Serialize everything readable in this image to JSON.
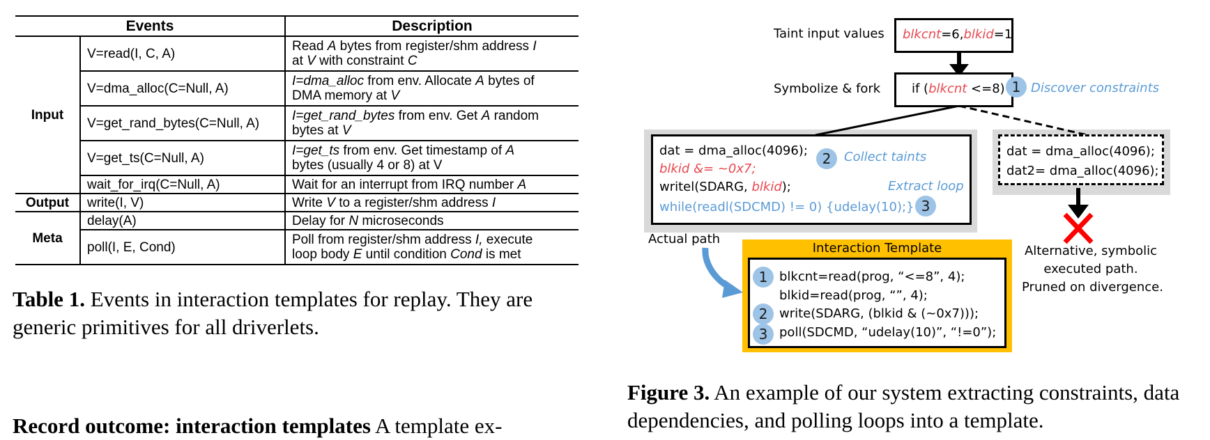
{
  "table": {
    "headers": {
      "events": "Events",
      "description": "Description"
    },
    "groups": {
      "input": "Input",
      "output": "Output",
      "meta": "Meta"
    },
    "rows": [
      {
        "event": "V=read(I, C, A)",
        "desc_l1": "Read A bytes from register/shm address I",
        "desc_l2": "at V with constraint C"
      },
      {
        "event": "V=dma_alloc(C=Null, A)",
        "desc_l1": "I=dma_alloc from env. Allocate A bytes of",
        "desc_l2": "DMA memory at V"
      },
      {
        "event": "V=get_rand_bytes(C=Null, A)",
        "desc_l1": "I=get_rand_bytes from env. Get A random",
        "desc_l2": "bytes at V"
      },
      {
        "event": "V=get_ts(C=Null, A)",
        "desc_l1": "I=get_ts from env. Get timestamp of A",
        "desc_l2": "bytes (usually 4 or 8) at V"
      },
      {
        "event": "wait_for_irq(C=Null, A)",
        "desc_l1": "Wait for an interrupt from IRQ number A"
      },
      {
        "event": "write(I, V)",
        "desc_l1": "Write V to a register/shm address I"
      },
      {
        "event": "delay(A)",
        "desc_l1": "Delay for N microseconds"
      },
      {
        "event": "poll(I, E, Cond)",
        "desc_l1": "Poll from register/shm address I, execute",
        "desc_l2": "loop body E until condition Cond is met"
      }
    ]
  },
  "table_caption": {
    "label": "Table 1.",
    "text": " Events in interaction templates for replay. They are generic primitives for all driverlets."
  },
  "section": {
    "heading": "Record outcome: interaction templates",
    "text": "  A template ex-"
  },
  "figure": {
    "taint_label": "Taint input values",
    "taint_box": {
      "blkcnt": "blkcnt",
      "eq6": "=6,",
      "blkid": "blkid",
      "eq1": "=1"
    },
    "symbolize_label": "Symbolize & fork",
    "fork_box": {
      "pre": "if (",
      "var": "blkcnt",
      "post": " <=8)"
    },
    "discover": {
      "num": "1",
      "text": "Discover constraints"
    },
    "actual_box": {
      "line1": "dat = dma_alloc(4096);",
      "line2": "blkid &= ~0x7;",
      "line3_pre": "writel(SDARG, ",
      "line3_var": "blkid",
      "line3_post": ");",
      "line4": "while(readl(SDCMD)  != 0) {udelay(10);}"
    },
    "collect": {
      "num": "2",
      "text": "Collect taints"
    },
    "extract": {
      "num": "3",
      "text": "Extract loop"
    },
    "alt_box": {
      "line1": "dat  = dma_alloc(4096);",
      "line2": "dat2= dma_alloc(4096);"
    },
    "actual_path_label": "Actual path",
    "alt_label": [
      "Alternative, symbolic",
      "executed path.",
      "Pruned on divergence."
    ],
    "template": {
      "title": "Interaction Template",
      "n1": "1",
      "n2": "2",
      "n3": "3",
      "line1": "blkcnt=read(prog, “<=8”, 4);",
      "line2": "blkid=read(prog, “”, 4);",
      "line3": "write(SDARG, (blkid & (~0x7)));",
      "line4": "poll(SDCMD, “udelay(10)”, “!=0”);"
    },
    "colors": {
      "red": "#e8474f",
      "blue": "#5b9bd5",
      "circle": "#9dc3e6",
      "gold": "#ffc000",
      "gray": "#d9d9d9",
      "cross": "#ff0000"
    }
  },
  "figure_caption": {
    "label": "Figure 3.",
    "text": " An example of our system extracting constraints, data dependencies, and polling loops into a template."
  }
}
